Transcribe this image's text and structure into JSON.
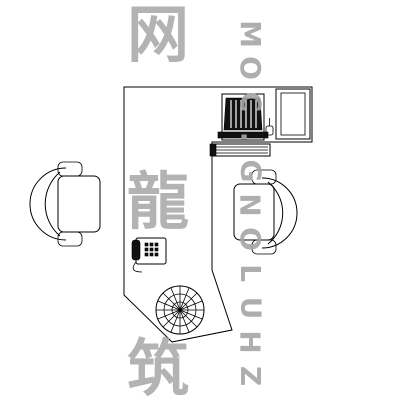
{
  "watermark": {
    "chinese_chars": [
      "筑",
      "龍",
      "网"
    ],
    "latin_chars": [
      "Z",
      "H",
      "U",
      "L",
      "O",
      "N",
      "G",
      ".",
      "C",
      "O",
      "M"
    ],
    "color": "#a6a6a6"
  },
  "drawing": {
    "line_color": "#000000",
    "background": "#ffffff",
    "elements": [
      "desk-outline-icon",
      "computer-monitor-icon",
      "keyboard-icon",
      "mouse-icon",
      "cabinet-icon",
      "armchair-left-icon",
      "armchair-right-icon",
      "telephone-icon",
      "potted-plant-icon"
    ]
  }
}
